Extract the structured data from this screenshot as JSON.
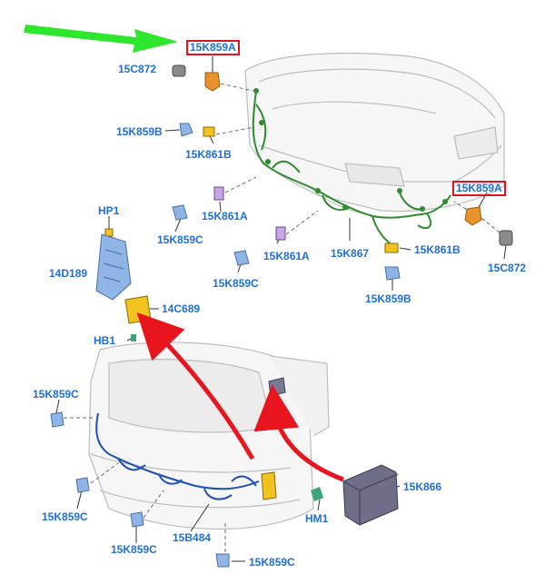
{
  "labels": {
    "top_15K859A": "15K859A",
    "front_15C872_left": "15C872",
    "front_15K859B_left": "15K859B",
    "front_15K861B_left": "15K861B",
    "front_15K861A_upper": "15K861A",
    "front_15K859C_upper": "15K859C",
    "front_15K861A_lower": "15K861A",
    "front_15K867": "15K867",
    "front_15K859C_lower": "15K859C",
    "right_15K859A": "15K859A",
    "right_15K861B": "15K861B",
    "right_15C872": "15C872",
    "right_15K859B": "15K859B",
    "hp1": "HP1",
    "module_14D189": "14D189",
    "module_14C689": "14C689",
    "hb1": "HB1",
    "rear_15K859C_left": "15K859C",
    "rear_15K859C_lowleft": "15K859C",
    "rear_15K859C_mid": "15K859C",
    "rear_15B484": "15B484",
    "rear_15K859C_bottom": "15K859C",
    "rear_15K866": "15K866",
    "hm1": "HM1"
  },
  "colors": {
    "label_blue": "#1f6fd6",
    "highlight_red": "#e0141e",
    "arrow_green": "#2ee62e",
    "arrow_red": "#e8141e",
    "harness_green": "#2e8b2e",
    "harness_blue": "#1e4fb4",
    "sensor_blue": "#8fb4e6",
    "connector_orange": "#e8922a",
    "module_yellow": "#f2c21e",
    "module_grey": "#6e6e88"
  },
  "icons": {
    "pointer_arrow": "green-arrow-icon",
    "parking_sensor": "parking-sensor-icon",
    "control_module": "control-module-icon"
  }
}
